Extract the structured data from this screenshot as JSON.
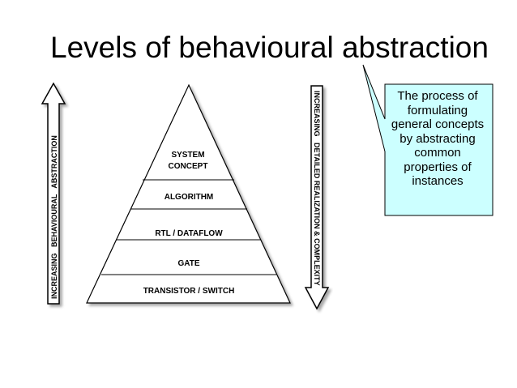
{
  "title": "Levels of behavioural abstraction",
  "pyramid": {
    "levels": [
      {
        "line1": "SYSTEM",
        "line2": "CONCEPT"
      },
      {
        "label": "ALGORITHM"
      },
      {
        "label": "RTL / DATAFLOW"
      },
      {
        "label": "GATE"
      },
      {
        "label": "TRANSISTOR / SWITCH"
      }
    ]
  },
  "left_arrow": {
    "label": "INCREASING   BEHAVIOURAL   ABSTRACTION"
  },
  "right_arrow": {
    "label": "INCREASING   DETAILED REALIZATION & COMPLEXITY"
  },
  "callout": {
    "text": "The process of formulating general concepts by abstracting common properties of instances",
    "fill": "#ccffff"
  }
}
